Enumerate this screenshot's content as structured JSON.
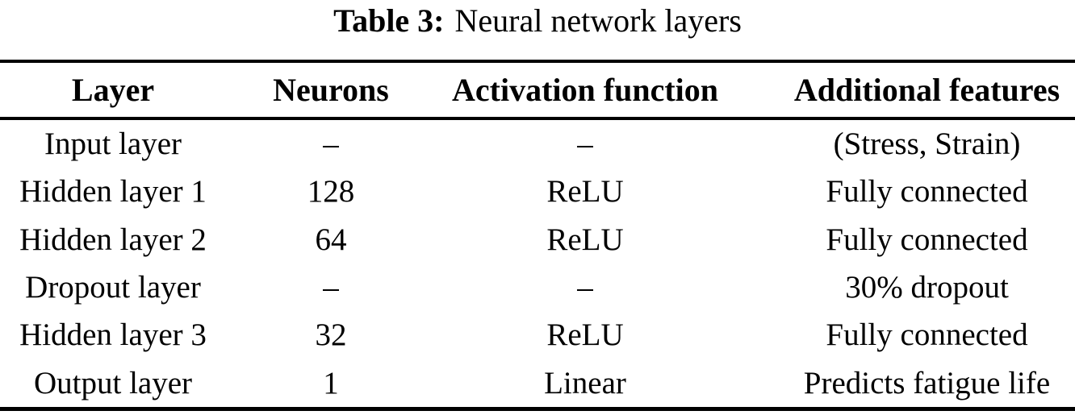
{
  "caption": {
    "label": "Table 3:",
    "title": "Neural network layers"
  },
  "table": {
    "columns": [
      "Layer",
      "Neurons",
      "Activation function",
      "Additional features"
    ],
    "rows": [
      [
        "Input layer",
        "–",
        "–",
        "(Stress, Strain)"
      ],
      [
        "Hidden layer 1",
        "128",
        "ReLU",
        "Fully connected"
      ],
      [
        "Hidden layer 2",
        "64",
        "ReLU",
        "Fully connected"
      ],
      [
        "Dropout layer",
        "–",
        "–",
        "30% dropout"
      ],
      [
        "Hidden layer 3",
        "32",
        "ReLU",
        "Fully connected"
      ],
      [
        "Output layer",
        "1",
        "Linear",
        "Predicts fatigue life"
      ]
    ]
  },
  "colors": {
    "text": "#000000",
    "background": "#ffffff",
    "rule": "#000000"
  }
}
